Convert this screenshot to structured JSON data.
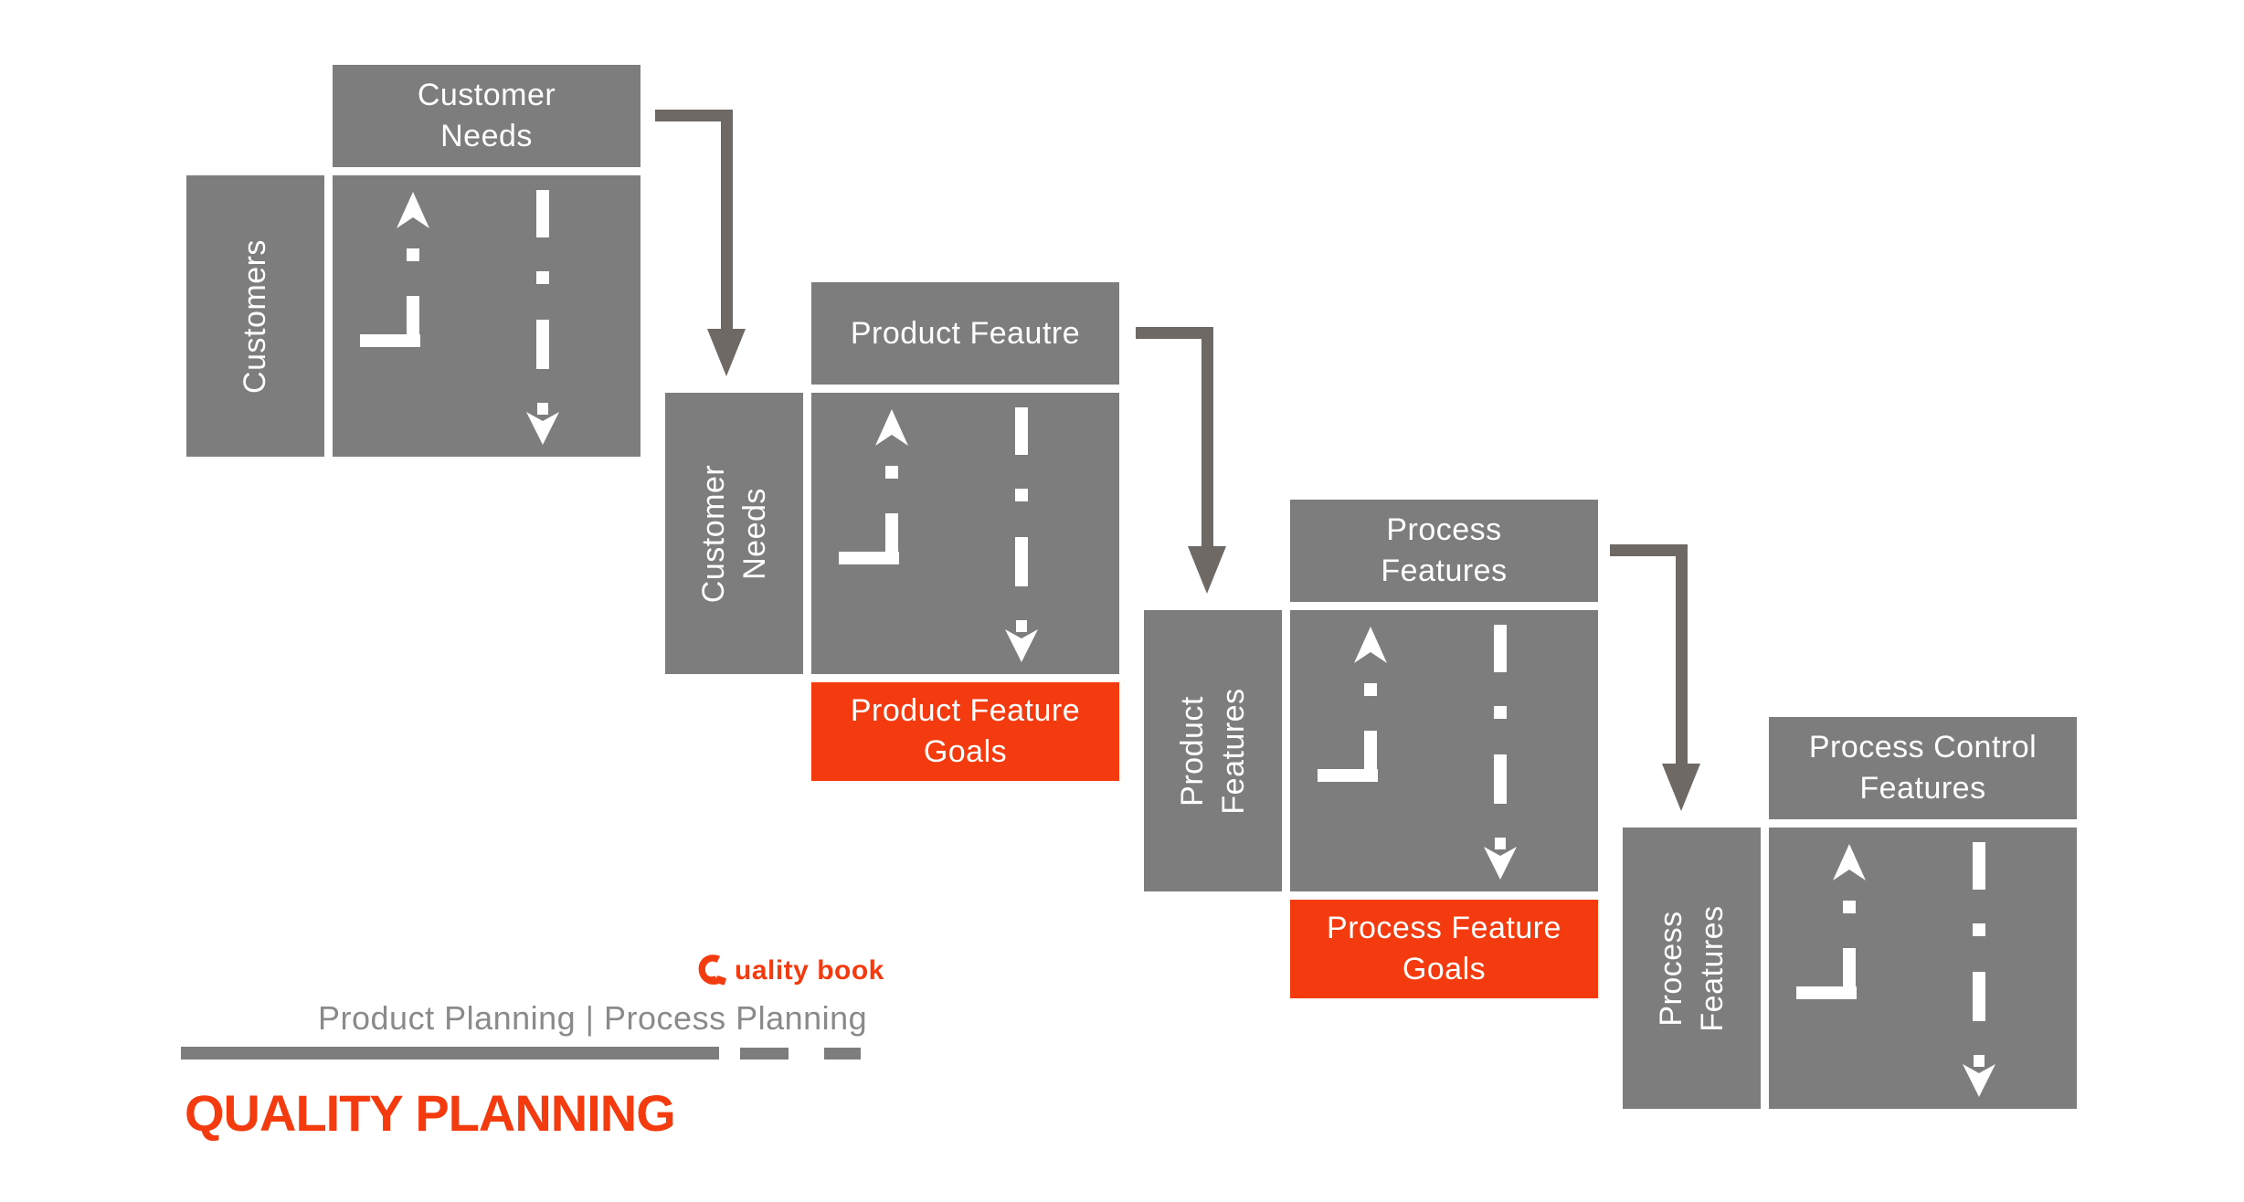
{
  "diagram": {
    "units": [
      {
        "header": "Customer\nNeeds",
        "side_label": "Customers"
      },
      {
        "header": "Product Feautre",
        "side_label": "Customer\nNeeds",
        "goal_label": "Product Feature\nGoals"
      },
      {
        "header": "Process\nFeatures",
        "side_label": "Product\nFeatures",
        "goal_label": "Process Feature\nGoals"
      },
      {
        "header": "Process Control\nFeatures",
        "side_label": "Process\nFeatures"
      }
    ]
  },
  "footer": {
    "logo_text": "uality book",
    "tagline": "Product Planning | Process Planning",
    "title": "QUALITY PLANNING"
  },
  "colors": {
    "box_gray": "#7d7d7d",
    "connector_gray": "#6e6965",
    "accent_red": "#f43a0f",
    "tagline_gray": "#8a8a8a",
    "text_white": "#ffffff"
  }
}
